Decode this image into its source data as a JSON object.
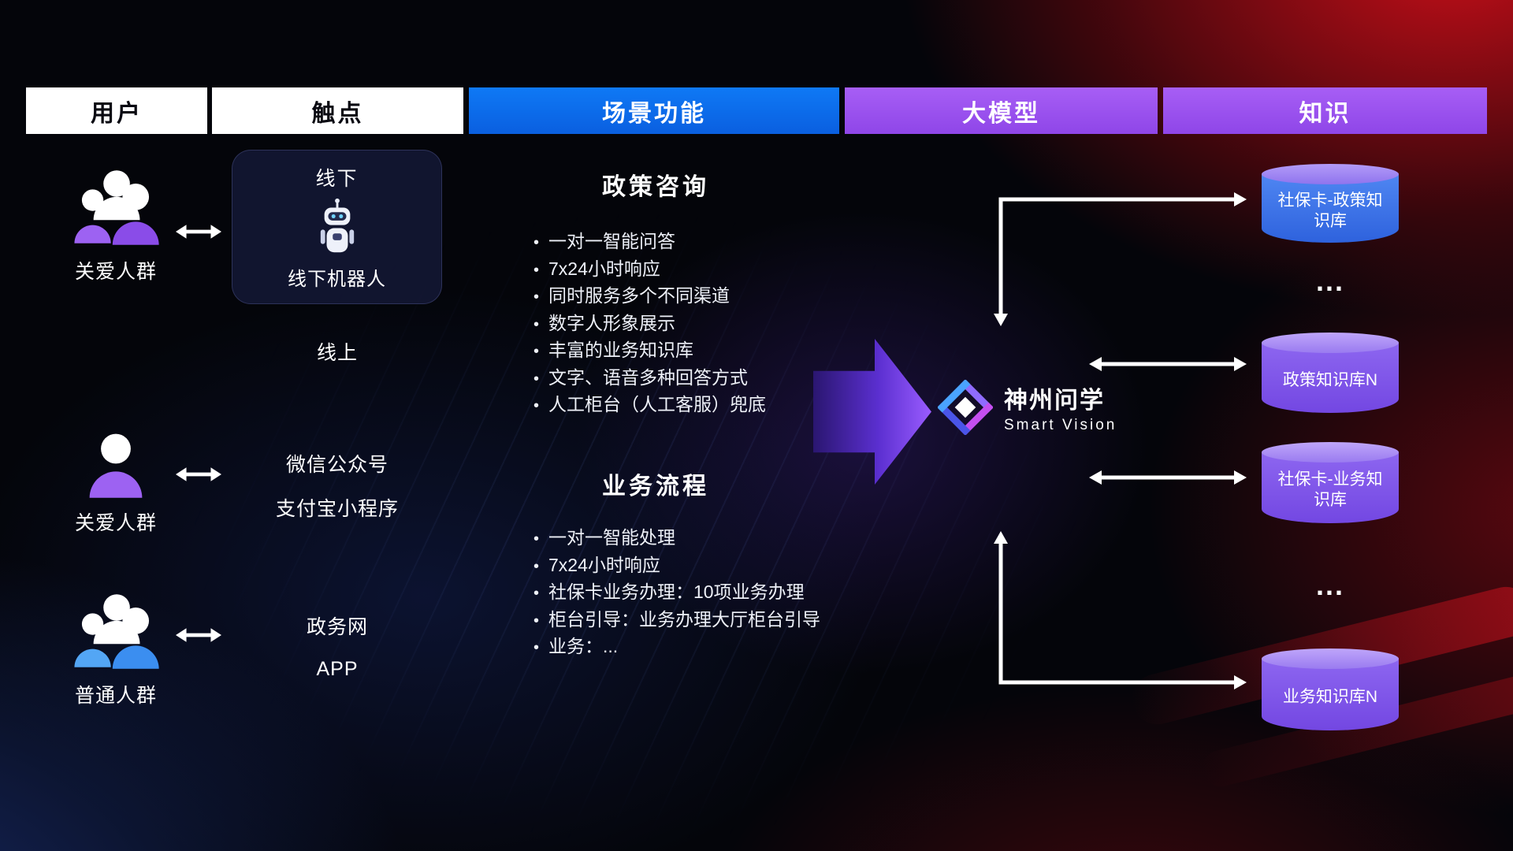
{
  "headers": {
    "users": "用户",
    "touchpoints": "触点",
    "scene": "场景功能",
    "model": "大模型",
    "knowledge": "知识"
  },
  "user_groups": [
    {
      "label": "关爱人群",
      "icon": "people-group-purple-icon"
    },
    {
      "label": "关爱人群",
      "icon": "person-purple-icon"
    },
    {
      "label": "普通人群",
      "icon": "people-group-blue-icon"
    }
  ],
  "touchpoints": {
    "offline_title": "线下",
    "offline_robot_label": "线下机器人",
    "online_label": "线上",
    "wechat": "微信公众号",
    "alipay": "支付宝小程序",
    "gov": "政务网",
    "app": "APP"
  },
  "scene": {
    "policy": {
      "title": "政策咨询",
      "items": [
        "一对一智能问答",
        "7x24小时响应",
        "同时服务多个不同渠道",
        "数字人形象展示",
        "丰富的业务知识库",
        "文字、语音多种回答方式",
        "人工柜台（人工客服）兜底"
      ]
    },
    "business": {
      "title": "业务流程",
      "items": [
        "一对一智能处理",
        "7x24小时响应",
        "社保卡业务办理：10项业务办理",
        "柜台引导：业务办理大厅柜台引导",
        "业务：..."
      ]
    }
  },
  "model": {
    "logo_title": "神州问学",
    "logo_subtitle": "Smart Vision"
  },
  "knowledge": {
    "db1": "社保卡-政策知识库",
    "ellipsis1": "...",
    "db2": "政策知识库N",
    "db3": "社保卡-业务知识库",
    "ellipsis2": "...",
    "db4": "业务知识库N"
  },
  "colors": {
    "header_blue": "#0a6cf0",
    "header_purple": "#9d5cf0",
    "db_blue": "#2f6be8",
    "db_purple": "#8250ee",
    "flow_arrow_purple": "#7b3ff2",
    "background_red": "#a00a14",
    "background_navy": "#16275e"
  }
}
